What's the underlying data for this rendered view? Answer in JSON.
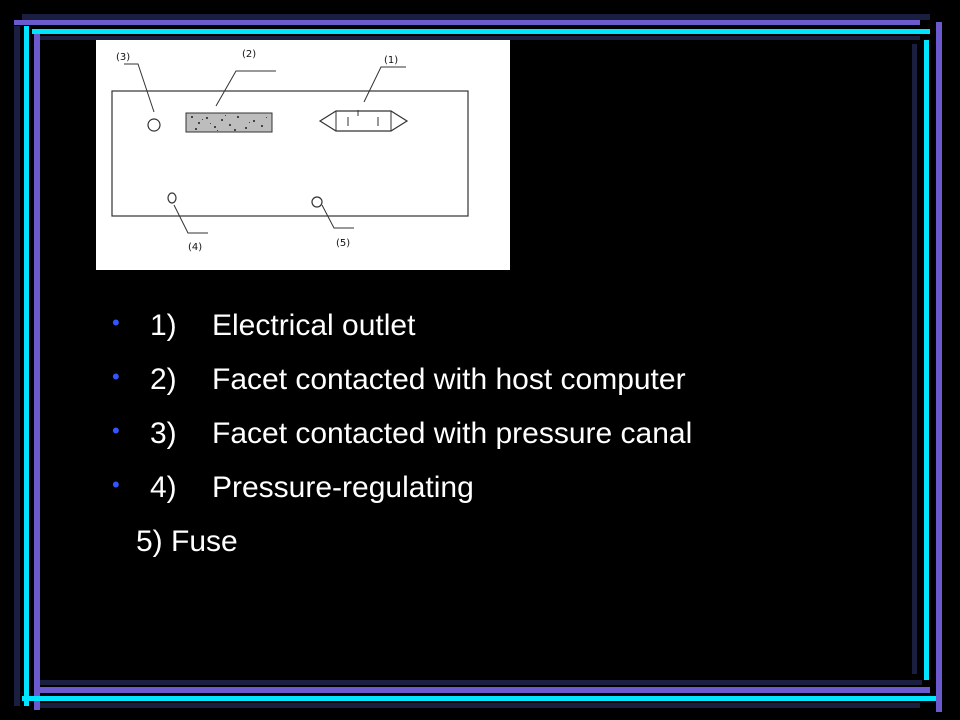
{
  "diagram": {
    "callouts": [
      "(1)",
      "(2)",
      "(3)",
      "(4)",
      "(5)"
    ]
  },
  "items": [
    {
      "bullet": "•",
      "number": "1)",
      "text": "Electrical outlet"
    },
    {
      "bullet": "•",
      "number": "2)",
      "text": "Facet contacted with host computer"
    },
    {
      "bullet": "•",
      "number": "3)",
      "text": "Facet contacted with pressure canal"
    },
    {
      "bullet": "•",
      "number": "4)",
      "text": "Pressure-regulating"
    }
  ],
  "tail_line": "5) Fuse",
  "colors": {
    "background": "#000000",
    "frame_violet": "#6a5acd",
    "frame_cyan": "#00e5ff",
    "frame_navy": "#1a1f3f",
    "bullet": "#3355ff",
    "text": "#ffffff"
  }
}
